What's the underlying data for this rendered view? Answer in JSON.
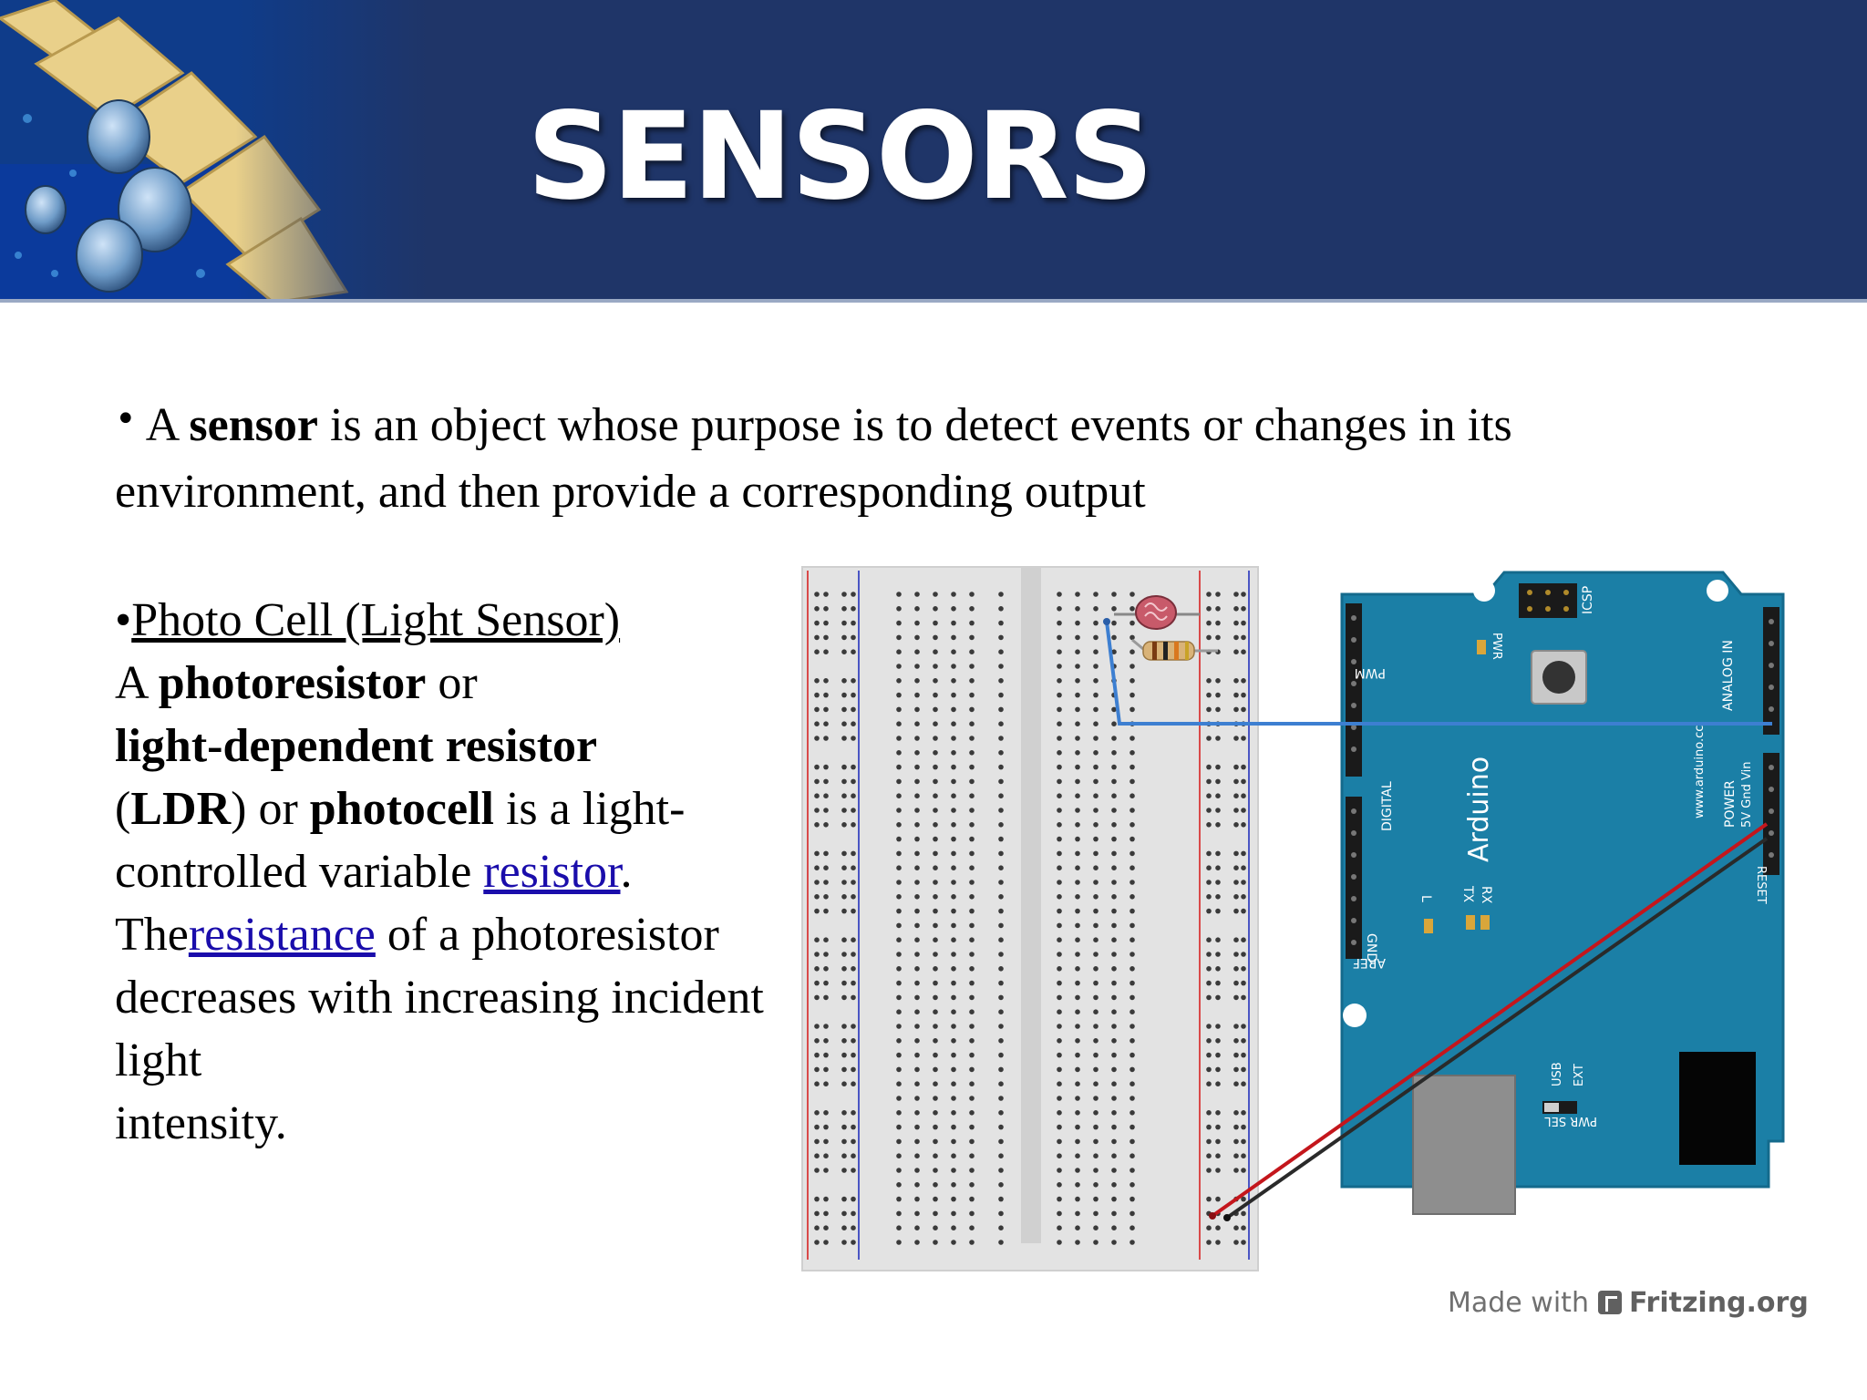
{
  "slide": {
    "title": "SENSORS"
  },
  "bullet1": {
    "marker": "•",
    "pre": " A ",
    "bold": "sensor",
    "rest": " is an object whose purpose is to detect events or changes in its environment, and then provide a corresponding output"
  },
  "bullet2": {
    "marker": "•",
    "heading": "Photo Cell (Light Sensor)",
    "t1": "A ",
    "b1": "photoresistor",
    "t2": " or",
    "b2": "light-dependent resistor",
    "t3": " (",
    "b3": "LDR",
    "t4": ") or ",
    "b4": "photocell",
    "t5": " is a light-controlled variable ",
    "link1": "resistor",
    "t6": ". The",
    "link2": "resistance",
    "t7": " of a photoresistor decreases with increasing incident light",
    "t8": " intensity."
  },
  "arduino": {
    "brand": "Arduino",
    "website": "www.arduino.cc",
    "label_digital": "DIGITAL",
    "label_analog": "ANALOG IN",
    "label_power": "POWER",
    "label_icsp": "ICSP",
    "label_pwr": "PWR",
    "label_aref": "AREF",
    "label_gnd": "GND",
    "label_tx": "TX",
    "label_rx": "RX",
    "label_l": "L",
    "label_usb": "USB",
    "label_ext": "EXT",
    "label_pwrsel": "PWR SEL",
    "label_reset": "RESET",
    "label_5v_gnd_vin": "5V Gnd Vin",
    "label_pwm": "PWM"
  },
  "credit": {
    "made_with": "Made with",
    "brand": "Fritzing.org"
  },
  "colors": {
    "header": "#1f3568",
    "arduino_board": "#1b7fa6",
    "wire_blue": "#3d7fd1",
    "wire_red": "#c4161c",
    "wire_black": "#2a2a2a",
    "link": "#1a0dab"
  }
}
